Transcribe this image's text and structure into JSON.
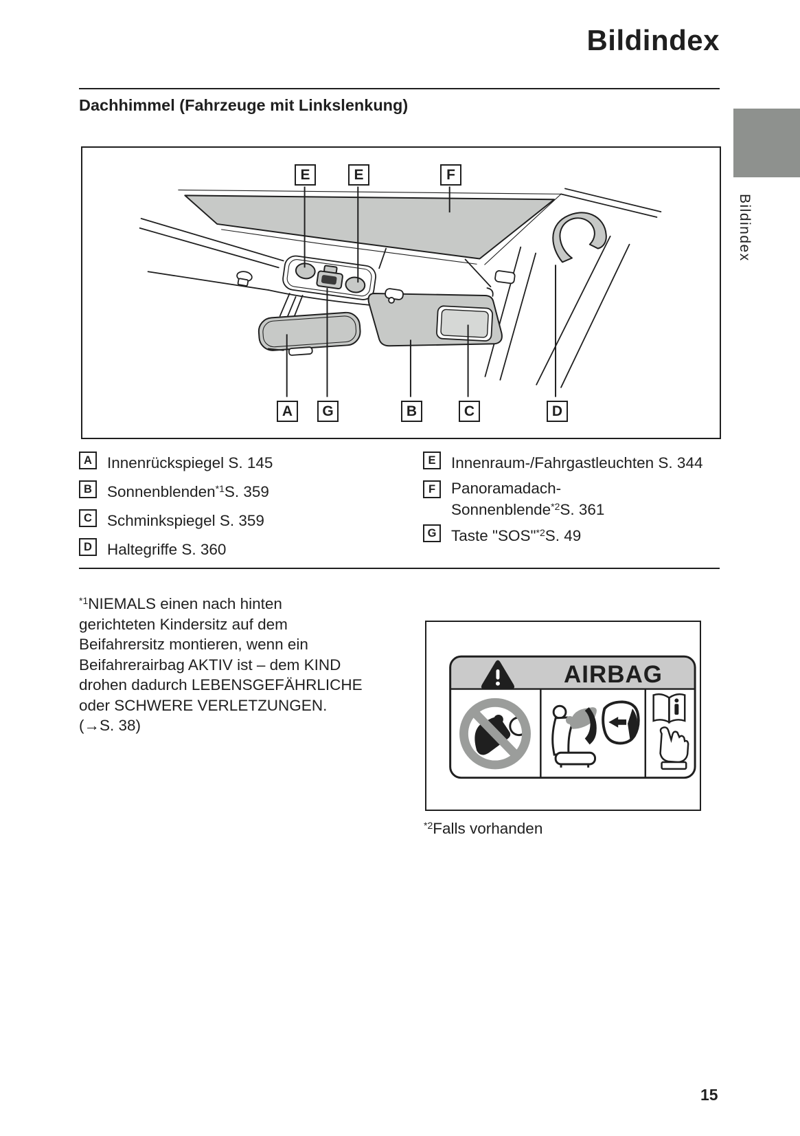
{
  "colors": {
    "ink": "#1f1f1f",
    "diagram_fill": "#c7c9c7",
    "tab_gray": "#8e918e",
    "label_header_gray": "#cacaca",
    "prohibition_gray": "#9b9d9b",
    "vanity_fill": "#d6d8d6"
  },
  "page": {
    "title": "Bildindex",
    "side_tab_label": "Bildindex",
    "page_number": "15"
  },
  "section": {
    "heading": "Dachhimmel (Fahrzeuge mit Linkslenkung)"
  },
  "diagram": {
    "top_labels": [
      "E",
      "E",
      "F"
    ],
    "bottom_labels": [
      "A",
      "G",
      "B",
      "C",
      "D"
    ]
  },
  "legend": {
    "left": [
      {
        "key": "A",
        "pre": "Innenrückspiegel S. 145",
        "sup": "",
        "post": ""
      },
      {
        "key": "B",
        "pre": "Sonnenblenden",
        "sup": "*1",
        "post": "S. 359"
      },
      {
        "key": "C",
        "pre": "Schminkspiegel S. 359",
        "sup": "",
        "post": ""
      },
      {
        "key": "D",
        "pre": "Haltegriffe S. 360",
        "sup": "",
        "post": ""
      }
    ],
    "right": [
      {
        "key": "E",
        "pre": "Innenraum-/Fahrgastleuchten S. 344",
        "sup": "",
        "post": ""
      },
      {
        "key": "F",
        "line1": "Panoramadach-",
        "line2_pre": "Sonnenblende",
        "sup": "*2",
        "post": "S. 361"
      },
      {
        "key": "G",
        "pre": "Taste \"SOS\"",
        "sup": "*2",
        "post": "S. 49"
      }
    ]
  },
  "footnotes": {
    "f1": {
      "sup": "*1",
      "text": "NIEMALS einen nach hinten\ngerichteten Kindersitz auf dem\nBeifahrersitz montieren, wenn ein\nBeifahrerairbag AKTIV ist – dem KIND\ndrohen dadurch LEBENSGEFÄHRLICHE\noder SCHWERE VERLETZUNGEN.\n(→S. 38)"
    },
    "f2": {
      "sup": "*2",
      "text": "Falls vorhanden"
    }
  },
  "airbag_label": {
    "title": "AIRBAG"
  }
}
